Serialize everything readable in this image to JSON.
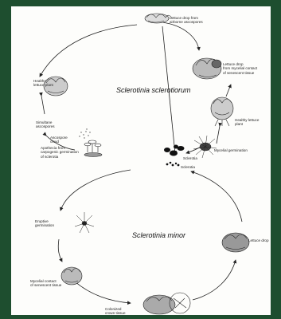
{
  "cycle1": {
    "title": "Sclerotinia sclerotiorum",
    "labels": {
      "airborne_drop": "Lettuce drop from\nairborne ascospores",
      "contact_drop": "Lettuce drop\nfrom mycelial contact\nof senescent tissue",
      "healthy_right": "Healthy lettuce\nplant",
      "mycelial_germination": "Mycelial germination",
      "sclerotia": "Sclerotia",
      "apothecia": "Apothecia from\ncarpogenic germination\nof sclerotia",
      "ascospore_cloud": "Ascospore\ncloud",
      "simultaneous": "Simultane\nascospores",
      "healthy_left": "Healthy\nlettuce plant"
    }
  },
  "cycle2": {
    "title": "Sclerotinia minor",
    "labels": {
      "sclerotia": "Sclerotia",
      "eruptive": "Eruptive\ngermination",
      "mycelial_contact": "Mycelial contact\nof senescent tissue",
      "colonized": "Colonized\ncrown tissue",
      "lettuce_drop": "Lettuce drop"
    }
  },
  "colors": {
    "frame": "#1e4e2f",
    "paper": "#fdfdfb",
    "ink": "#222222"
  }
}
